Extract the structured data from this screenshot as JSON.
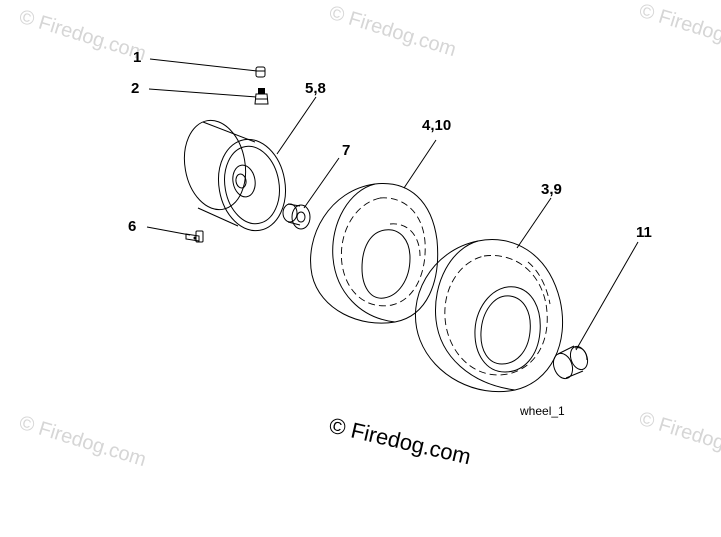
{
  "callouts": {
    "c1": "1",
    "c2": "2",
    "c58": "5,8",
    "c7": "7",
    "c410": "4,10",
    "c39": "3,9",
    "c6": "6",
    "c11": "11"
  },
  "diagram_caption": "wheel_1",
  "watermark": {
    "center": "© Firedog.com",
    "faint": "© Firedog.com"
  }
}
